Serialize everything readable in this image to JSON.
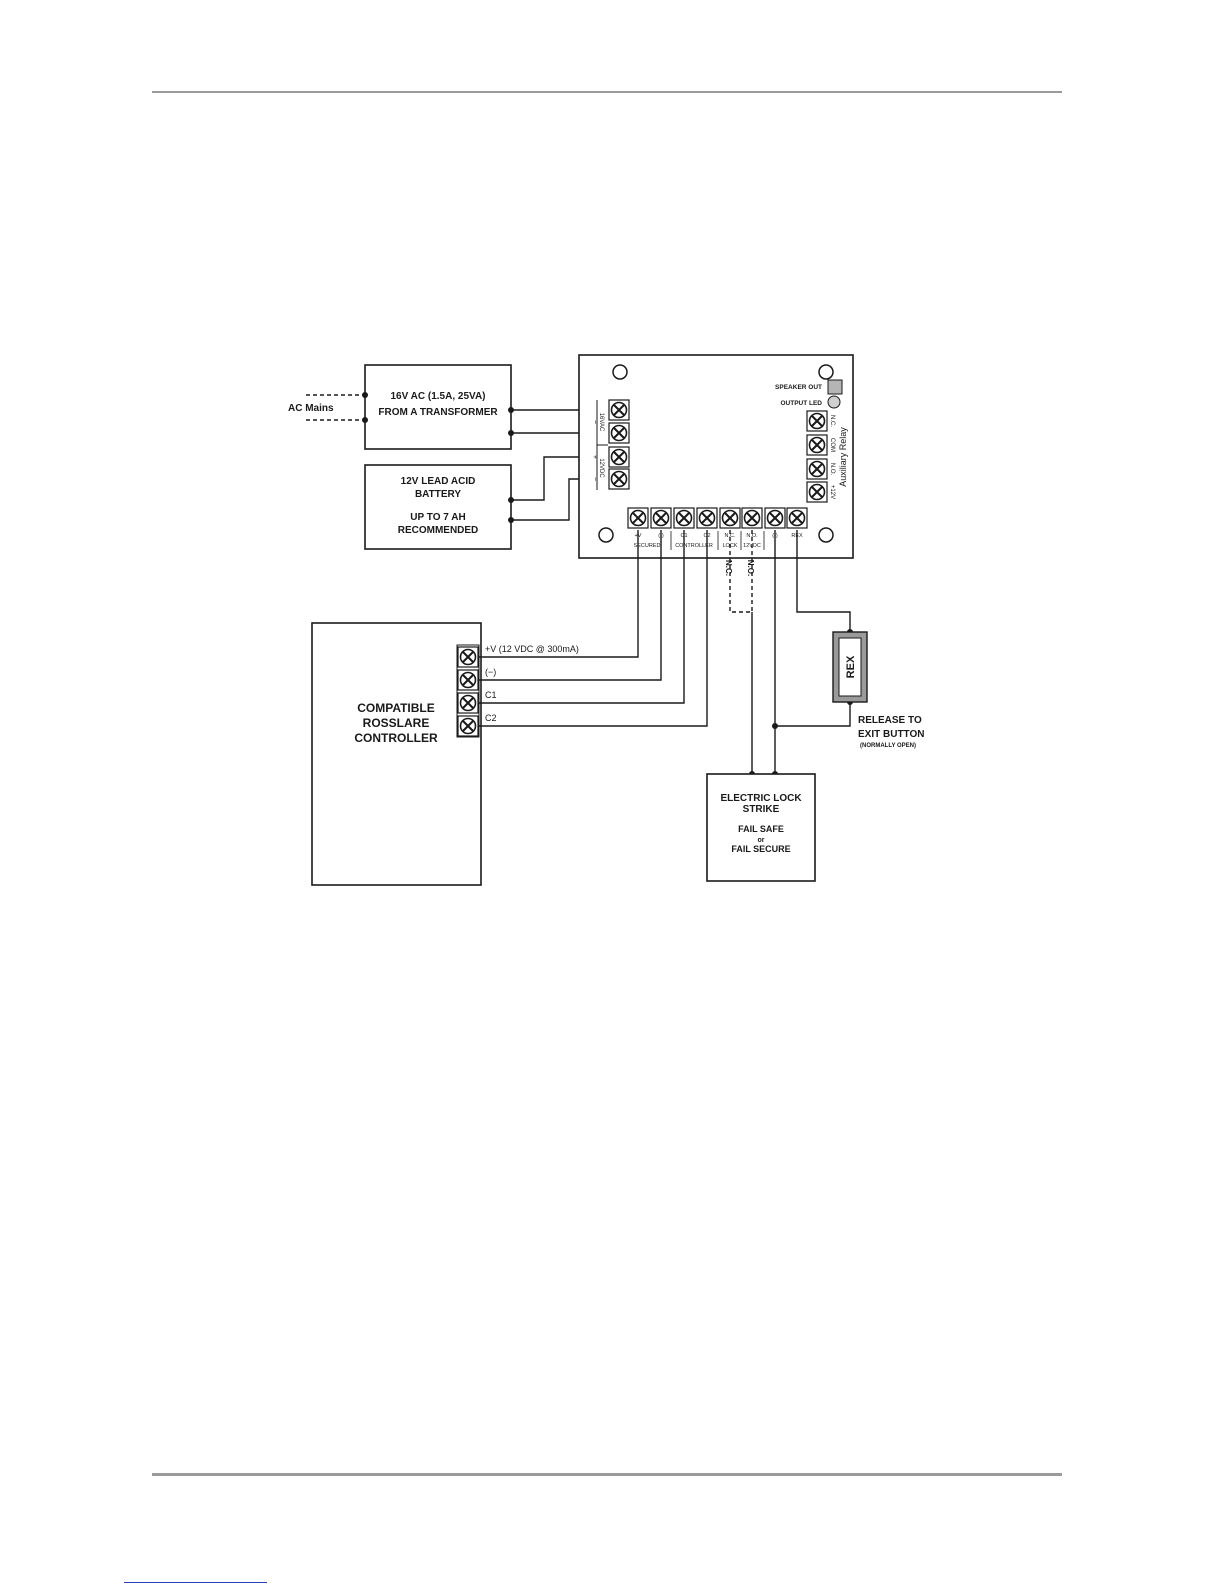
{
  "transformer": {
    "line1": "16V AC (1.5A, 25VA)",
    "line2": "FROM A TRANSFORMER"
  },
  "ac_mains": "AC Mains",
  "battery": {
    "line1": "12V LEAD ACID",
    "line2": "BATTERY",
    "line3": "UP TO 7 AH",
    "line4": "RECOMMENDED"
  },
  "power_terminals": {
    "ac": "16VAC",
    "dc": "12VDC",
    "ac_sym": "~",
    "plus": "+",
    "minus": "−"
  },
  "board": {
    "speaker_out": "SPEAKER OUT",
    "output_led": "OUTPUT LED",
    "aux_relay": "Auxiliary Relay",
    "aux_terminals": [
      "N.C.",
      "COM",
      "N.O.",
      "+12V"
    ],
    "bottom_terminals": [
      "+V",
      "(-)",
      "C1",
      "C2",
      "N.C.",
      "N.O.",
      "(-)",
      "REX"
    ],
    "group_secured": "SECURED",
    "group_controller": "CONTROLLER",
    "group_lock": "LOCK",
    "group_12vdc": "12VDC"
  },
  "lock_wires": {
    "nc": "N.C.",
    "no": "N.O."
  },
  "controller": {
    "line1": "COMPATIBLE",
    "line2": "ROSSLARE",
    "line3": "CONTROLLER",
    "terminals": [
      "+V  (12 VDC @ 300mA)",
      "(−)",
      "C1",
      "C2"
    ]
  },
  "rex": {
    "label": "REX",
    "line1": "RELEASE TO",
    "line2": "EXIT BUTTON",
    "line3": "(NORMALLY OPEN)"
  },
  "lock": {
    "line1": "ELECTRIC LOCK",
    "line2": "STRIKE",
    "line3": "FAIL SAFE",
    "line4": "or",
    "line5": "FAIL SECURE"
  }
}
